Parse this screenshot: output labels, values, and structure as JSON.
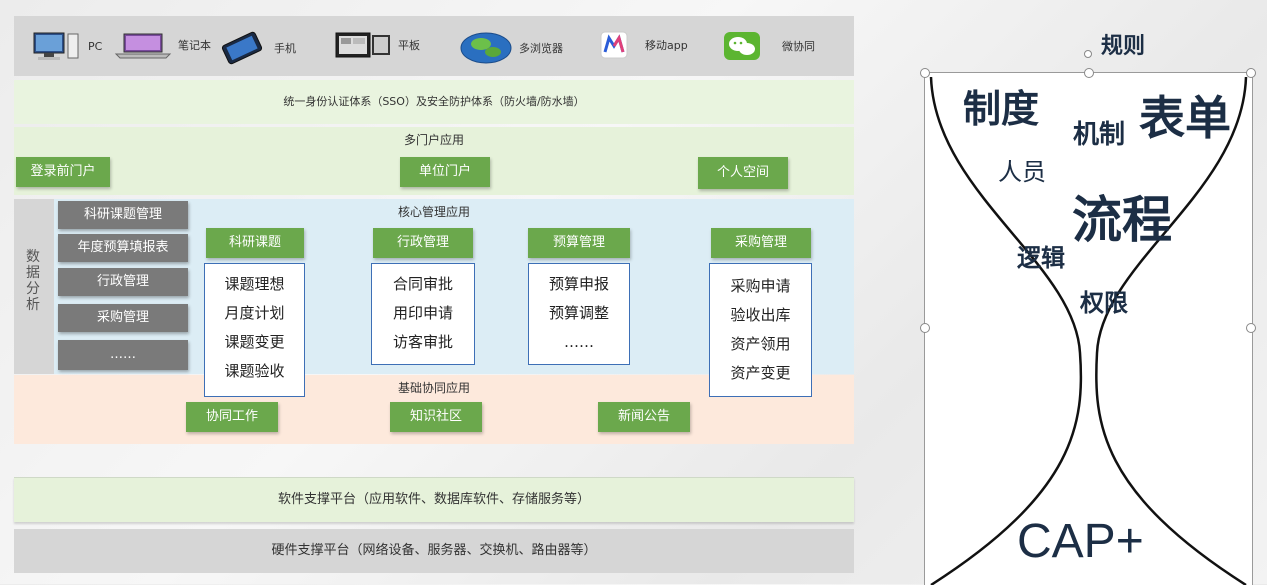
{
  "devices": [
    {
      "label": "PC",
      "icon": "desktop-icon"
    },
    {
      "label": "笔记本",
      "icon": "laptop-icon"
    },
    {
      "label": "手机",
      "icon": "phone-icon"
    },
    {
      "label": "平板",
      "icon": "tablet-icon"
    },
    {
      "label": "多浏览器",
      "icon": "globe-icon"
    },
    {
      "label": "移动app",
      "icon": "app-logo-icon"
    },
    {
      "label": "微协同",
      "icon": "wechat-icon"
    }
  ],
  "sso_label": "统一身份认证体系（SSO）及安全防护体系（防火墙/防水墙）",
  "portal": {
    "title": "多门户应用",
    "buttons": [
      "登录前门户",
      "单位门户",
      "个人空间"
    ]
  },
  "core": {
    "title": "核心管理应用",
    "modules": [
      {
        "name": "科研课题",
        "items": [
          "课题理想",
          "月度计划",
          "课题变更",
          "课题验收"
        ]
      },
      {
        "name": "行政管理",
        "items": [
          "合同审批",
          "用印申请",
          "访客审批"
        ]
      },
      {
        "name": "预算管理",
        "items": [
          "预算申报",
          "预算调整",
          "……"
        ]
      },
      {
        "name": "采购管理",
        "items": [
          "采购申请",
          "验收出库",
          "资产领用",
          "资产变更"
        ]
      }
    ]
  },
  "analysis": {
    "label": "数据分析",
    "items": [
      "科研课题管理",
      "年度预算填报表",
      "行政管理",
      "采购管理",
      "……"
    ]
  },
  "base": {
    "title": "基础协同应用",
    "buttons": [
      "协同工作",
      "知识社区",
      "新闻公告"
    ]
  },
  "software_platform": "软件支撑平台（应用软件、数据库软件、存储服务等）",
  "hardware_platform": "硬件支撑平台（网络设备、服务器、交换机、路由器等）",
  "hourglass": {
    "words": [
      "规则",
      "制度",
      "表单",
      "机制",
      "人员",
      "流程",
      "逻辑",
      "权限",
      "CAP+"
    ],
    "text_color": "#1c2e45"
  },
  "colors": {
    "green_button": "#6ba84c",
    "gray_button": "#7a7a7a",
    "box_border": "#3d6fb6",
    "core_bg": "#dcedf5",
    "base_bg": "#fde9dc",
    "portal_bg": "#e6f2da"
  }
}
